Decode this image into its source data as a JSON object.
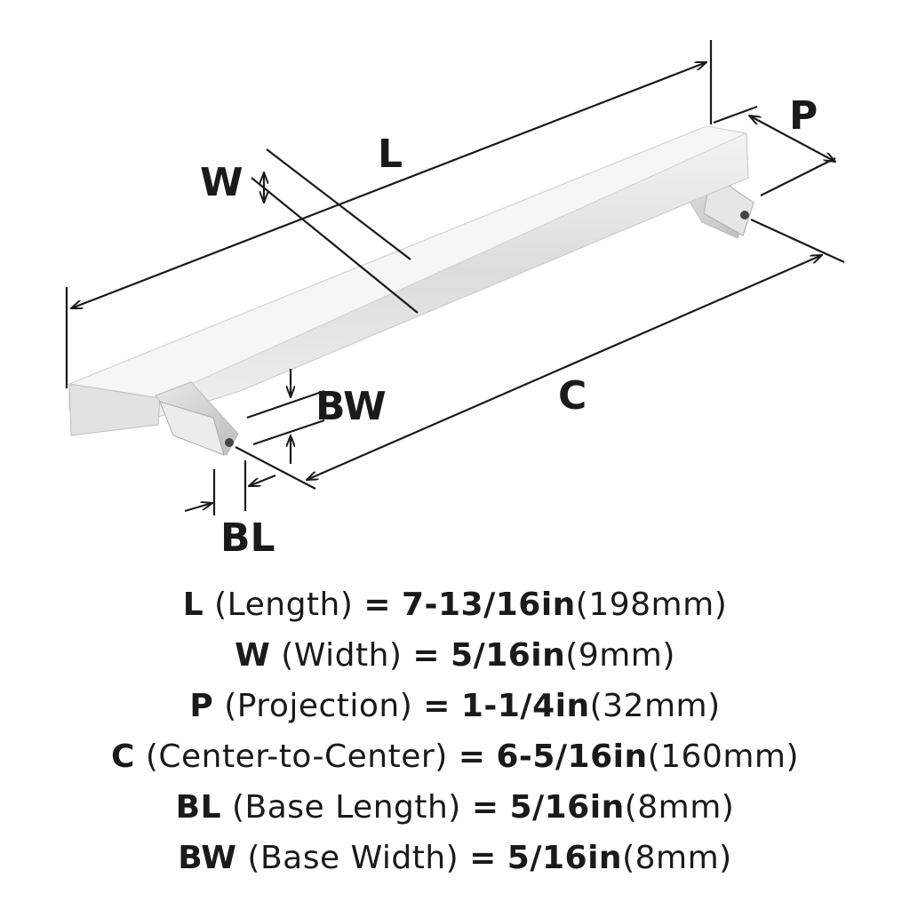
{
  "diagram_labels": {
    "L": "L",
    "W": "W",
    "P": "P",
    "C": "C",
    "BW": "BW",
    "BL": "BL"
  },
  "specs": [
    {
      "key": "L",
      "name": "(Length)",
      "eq": "=",
      "imperial": "7-13/16in",
      "metric": "(198mm)"
    },
    {
      "key": "W",
      "name": "(Width)",
      "eq": "=",
      "imperial": "5/16in",
      "metric": "(9mm)"
    },
    {
      "key": "P",
      "name": "(Projection)",
      "eq": "=",
      "imperial": "1-1/4in",
      "metric": "(32mm)"
    },
    {
      "key": "C",
      "name": "(Center-to-Center)",
      "eq": "=",
      "imperial": "6-5/16in",
      "metric": "(160mm)"
    },
    {
      "key": "BL",
      "name": "(Base Length)",
      "eq": "=",
      "imperial": "5/16in",
      "metric": "(8mm)"
    },
    {
      "key": "BW",
      "name": "(Base Width)",
      "eq": "=",
      "imperial": "5/16in",
      "metric": "(8mm)"
    }
  ]
}
